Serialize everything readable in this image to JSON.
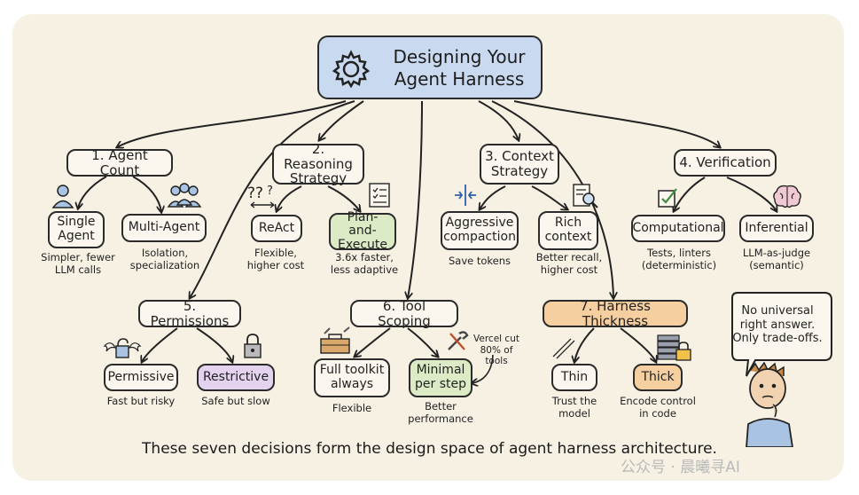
{
  "title": "Designing Your\nAgent Harness",
  "footer": "These seven decisions form the design space of agent harness architecture.",
  "watermark": "公众号 · 晨曦寻AI",
  "bubble": "No universal\nright answer.\nOnly trade-offs.",
  "decisions": {
    "agent_count": {
      "label": "1. Agent Count",
      "options": [
        {
          "label": "Single\nAgent",
          "note": "Simpler, fewer\nLLM calls",
          "icon": "person-icon"
        },
        {
          "label": "Multi-Agent",
          "note": "Isolation,\nspecialization",
          "icon": "group-icon"
        }
      ]
    },
    "reasoning": {
      "label": "2. Reasoning\nStrategy",
      "options": [
        {
          "label": "ReAct",
          "note": "Flexible,\nhigher cost",
          "icon": "question-marks-icon"
        },
        {
          "label": "Plan-and-\nExecute",
          "note": "3.6x faster,\nless adaptive",
          "icon": "checklist-icon"
        }
      ]
    },
    "context": {
      "label": "3. Context\nStrategy",
      "options": [
        {
          "label": "Aggressive\ncompaction",
          "note": "Save tokens",
          "icon": "compress-icon"
        },
        {
          "label": "Rich\ncontext",
          "note": "Better recall,\nhigher cost",
          "icon": "magnifier-doc-icon"
        }
      ]
    },
    "verification": {
      "label": "4. Verification",
      "options": [
        {
          "label": "Computational",
          "note": "Tests, linters\n(deterministic)",
          "icon": "checkbox-icon"
        },
        {
          "label": "Inferential",
          "note": "LLM-as-judge\n(semantic)",
          "icon": "brain-icon"
        }
      ]
    },
    "permissions": {
      "label": "5. Permissions",
      "options": [
        {
          "label": "Permissive",
          "note": "Fast but risky",
          "icon": "winged-unlock-icon"
        },
        {
          "label": "Restrictive",
          "note": "Safe but slow",
          "icon": "padlock-icon"
        }
      ]
    },
    "tool_scoping": {
      "label": "6. Tool Scoping",
      "aside": "Vercel cut\n80% of\ntools",
      "options": [
        {
          "label": "Full toolkit\nalways",
          "note": "Flexible",
          "icon": "toolbox-icon"
        },
        {
          "label": "Minimal\nper step",
          "note": "Better\nperformance",
          "icon": "tools-icon"
        }
      ]
    },
    "thickness": {
      "label": "7. Harness Thickness",
      "options": [
        {
          "label": "Thin",
          "note": "Trust the\nmodel",
          "icon": "thin-lines-icon"
        },
        {
          "label": "Thick",
          "note": "Encode control\nin code",
          "icon": "stack-lock-icon"
        }
      ]
    }
  },
  "colors": {
    "background": "#f7f1e3",
    "title_fill": "#c9daf0",
    "green_fill": "#dcebc6",
    "purple_fill": "#e4d3ef",
    "orange_fill": "#f6cfa0"
  }
}
